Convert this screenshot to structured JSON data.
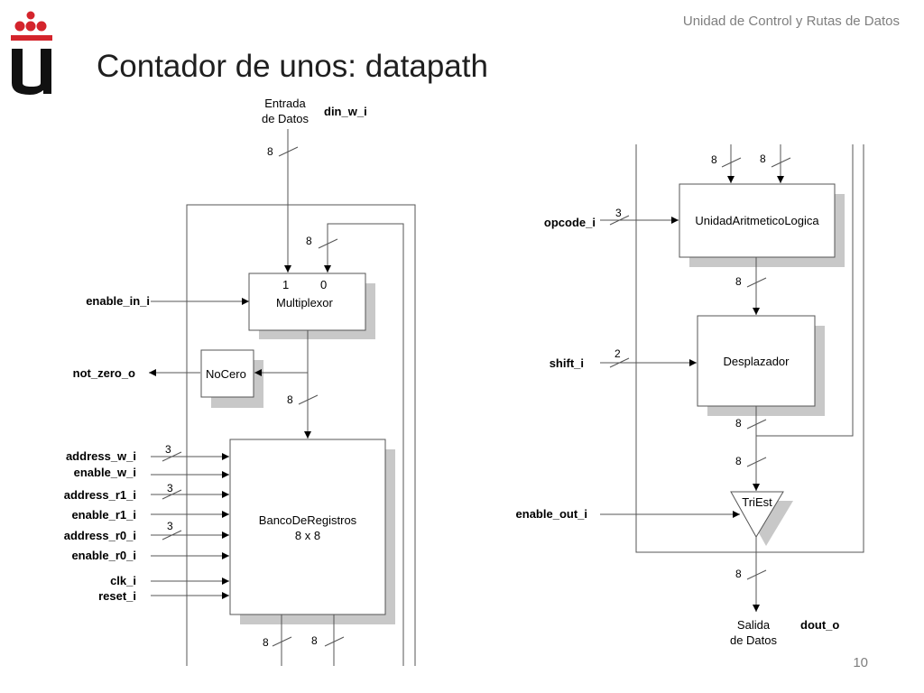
{
  "header": "Unidad de Control y Rutas de Datos",
  "title": "Contador de unos: datapath",
  "page_number": "10",
  "colors": {
    "logo_red": "#d4242c",
    "shadow": "#c8c8c8",
    "line": "#555555"
  },
  "diagram": {
    "input_name": "din_w_i",
    "input_caption_l1": "Entrada",
    "input_caption_l2": "de Datos",
    "output_name": "dout_o",
    "output_caption_l1": "Salida",
    "output_caption_l2": "de Datos",
    "blocks": {
      "mux": "Multiplexor",
      "mux_in1": "1",
      "mux_in0": "0",
      "nocero": "NoCero",
      "banco_l1": "BancoDeRegistros",
      "banco_l2": "8 x 8",
      "alu": "UnidadAritmeticoLogica",
      "shifter": "Desplazador",
      "triest": "TriEst"
    },
    "signals": {
      "enable_in": "enable_in_i",
      "not_zero": "not_zero_o",
      "address_w": "address_w_i",
      "enable_w": "enable_w_i",
      "address_r1": "address_r1_i",
      "enable_r1": "enable_r1_i",
      "address_r0": "address_r0_i",
      "enable_r0": "enable_r0_i",
      "clk": "clk_i",
      "reset": "reset_i",
      "opcode": "opcode_i",
      "shift": "shift_i",
      "enable_out": "enable_out_i"
    },
    "bus_widths": {
      "din": "8",
      "mux0": "8",
      "mux_out": "8",
      "banco_out_a": "8",
      "banco_out_b": "8",
      "alu_a": "8",
      "alu_b": "8",
      "alu_out": "8",
      "shift_out": "8",
      "tri_in": "8",
      "tri_out": "8",
      "addr_w": "3",
      "addr_r1": "3",
      "addr_r0": "3",
      "opcode": "3",
      "shift": "2"
    }
  }
}
